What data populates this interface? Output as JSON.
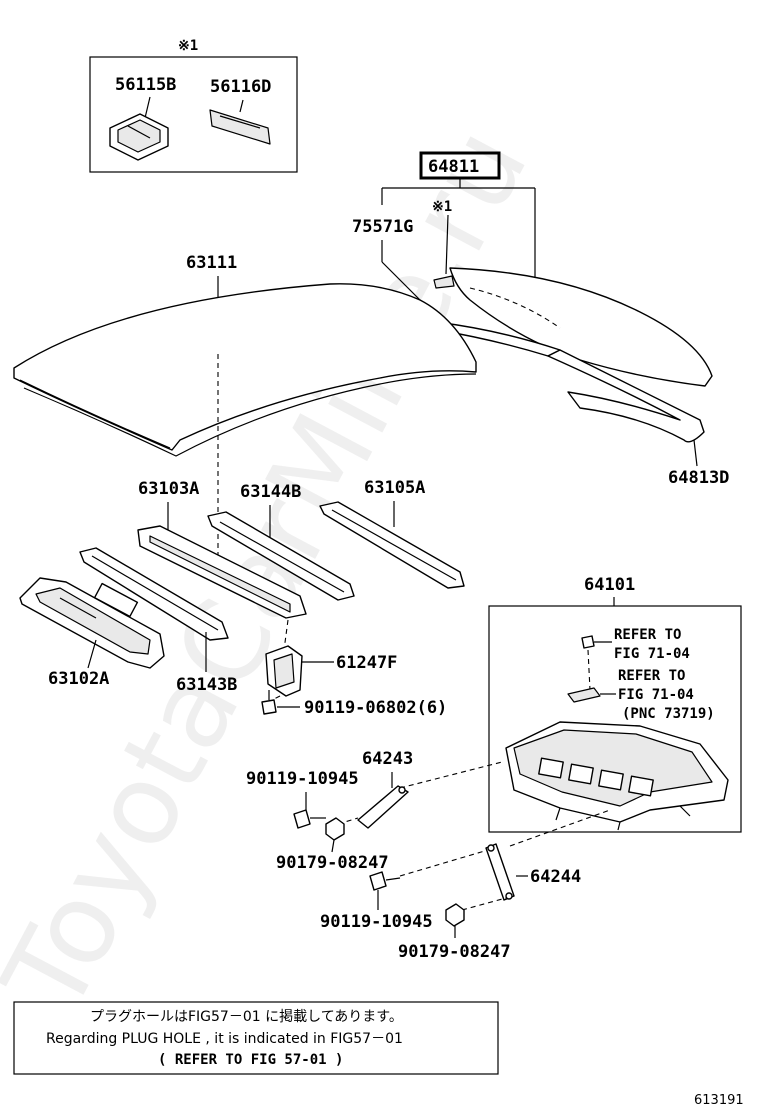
{
  "watermark": "ToyotaCarMine.ru",
  "diagram_number": "613191",
  "marks": {
    "note_mark_top": "※1",
    "note_mark_right": "※1"
  },
  "parts": {
    "p56115B": "56115B",
    "p56116D": "56116D",
    "p64811": "64811",
    "p75571G": "75571G",
    "p63111": "63111",
    "p64813D": "64813D",
    "p63103A": "63103A",
    "p63144B": "63144B",
    "p63105A": "63105A",
    "p64101": "64101",
    "p63102A": "63102A",
    "p63143B": "63143B",
    "p61247F": "61247F",
    "p90119_06802": "90119-06802(6)",
    "p64243": "64243",
    "p90119_10945_a": "90119-10945",
    "p90179_08247_a": "90179-08247",
    "p64244": "64244",
    "p90119_10945_b": "90119-10945",
    "p90179_08247_b": "90179-08247"
  },
  "refers": {
    "r1_line1": "REFER TO",
    "r1_line2": "FIG 71-04",
    "r2_line1": "REFER TO",
    "r2_line2": "FIG 71-04",
    "r2_line3": "(PNC 73719)"
  },
  "note": {
    "line1": "プラグホールはFIG57－01 に掲載してあります。",
    "line2": "Regarding PLUG HOLE , it is indicated in FIG57－01",
    "line3": "(   REFER TO FIG 57-01  )"
  }
}
